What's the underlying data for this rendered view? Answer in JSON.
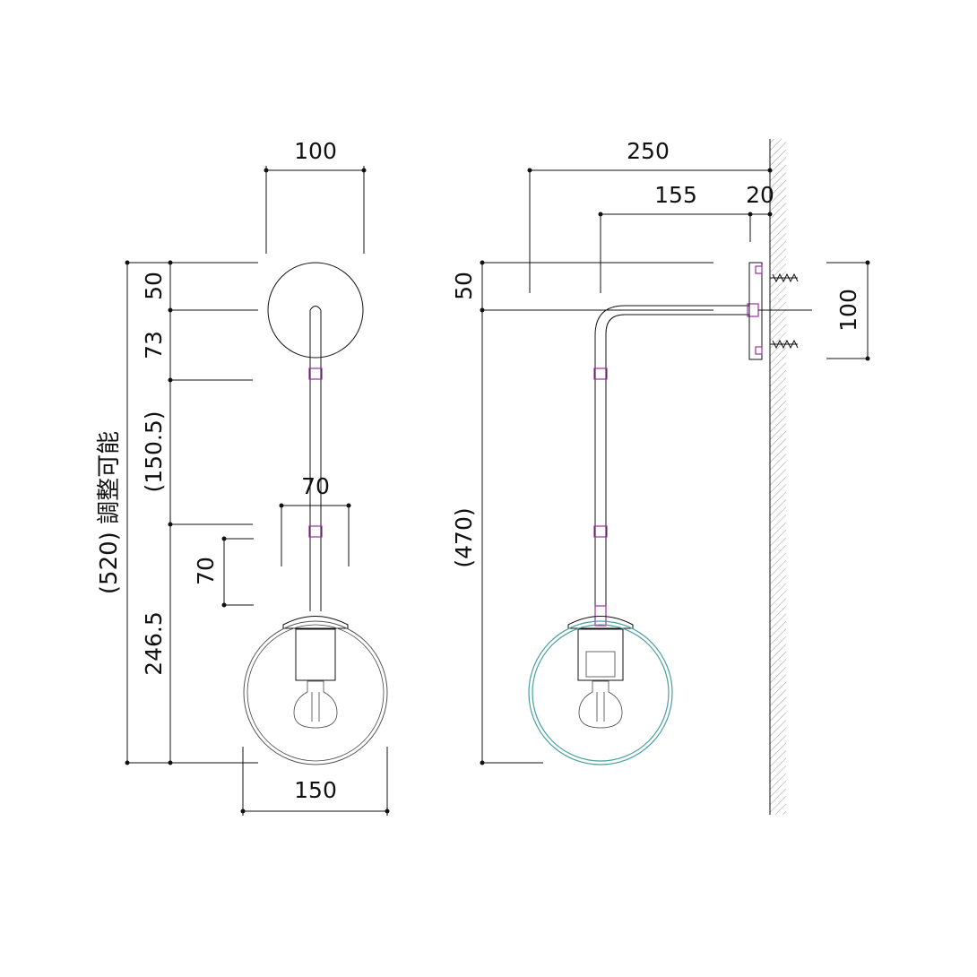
{
  "front_view": {
    "width_top": "100",
    "dim_50": "50",
    "dim_73": "73",
    "dim_150_5": "(150.5)",
    "dim_246_5": "246.5",
    "dim_70_h": "70",
    "dim_70_v": "70",
    "width_bottom": "150",
    "total_height": "(520) 調整可能"
  },
  "side_view": {
    "depth_250": "250",
    "depth_155": "155",
    "depth_20": "20",
    "dim_50": "50",
    "dim_470": "(470)",
    "plate_100": "100"
  },
  "colors": {
    "line": "#111111",
    "accent": "#9b2fa3",
    "glass_side": "#4a9fa0"
  }
}
